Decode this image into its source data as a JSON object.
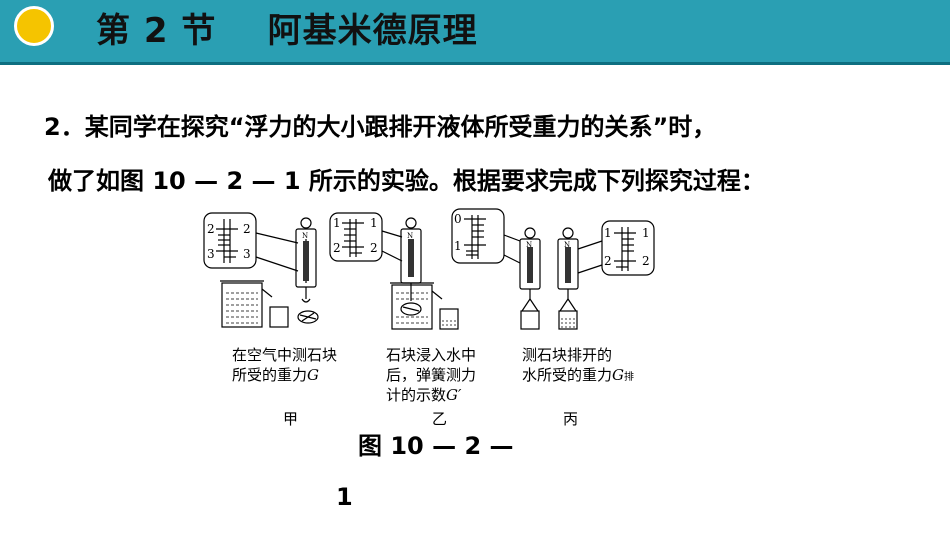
{
  "header": {
    "title": "第 2 节    阿基米德原理",
    "accent_color": "#2a9fb3",
    "icon": "sun-circle-icon"
  },
  "question": {
    "line1": "2．某同学在探究“浮力的大小跟排开液体所受重力的关系”时，",
    "line2": "做了如图 10 — 2 — 1 所示的实验。根据要求完成下列探究过程："
  },
  "figure": {
    "panels": [
      {
        "label": "甲",
        "caption_lines": [
          "在空气中测石块",
          "所受的重力"
        ],
        "caption_var": "G",
        "scale_ticks": [
          "2",
          "3"
        ]
      },
      {
        "label": "乙",
        "caption_lines": [
          "石块浸入水中",
          "后，弹簧测力",
          "计的示数"
        ],
        "caption_var": "G′",
        "scale_ticks": [
          "1",
          "2"
        ]
      },
      {
        "label": "丙",
        "caption_lines": [
          "测石块排开的",
          "水所受的重力"
        ],
        "caption_var": "G",
        "caption_sub": "排",
        "scale_ticks_left": [
          "0",
          "1"
        ],
        "scale_ticks_right": [
          "1",
          "2"
        ]
      }
    ],
    "spring_scale_letter": "N",
    "caption_part1": "图 10 — 2 —",
    "caption_part2": "1"
  }
}
